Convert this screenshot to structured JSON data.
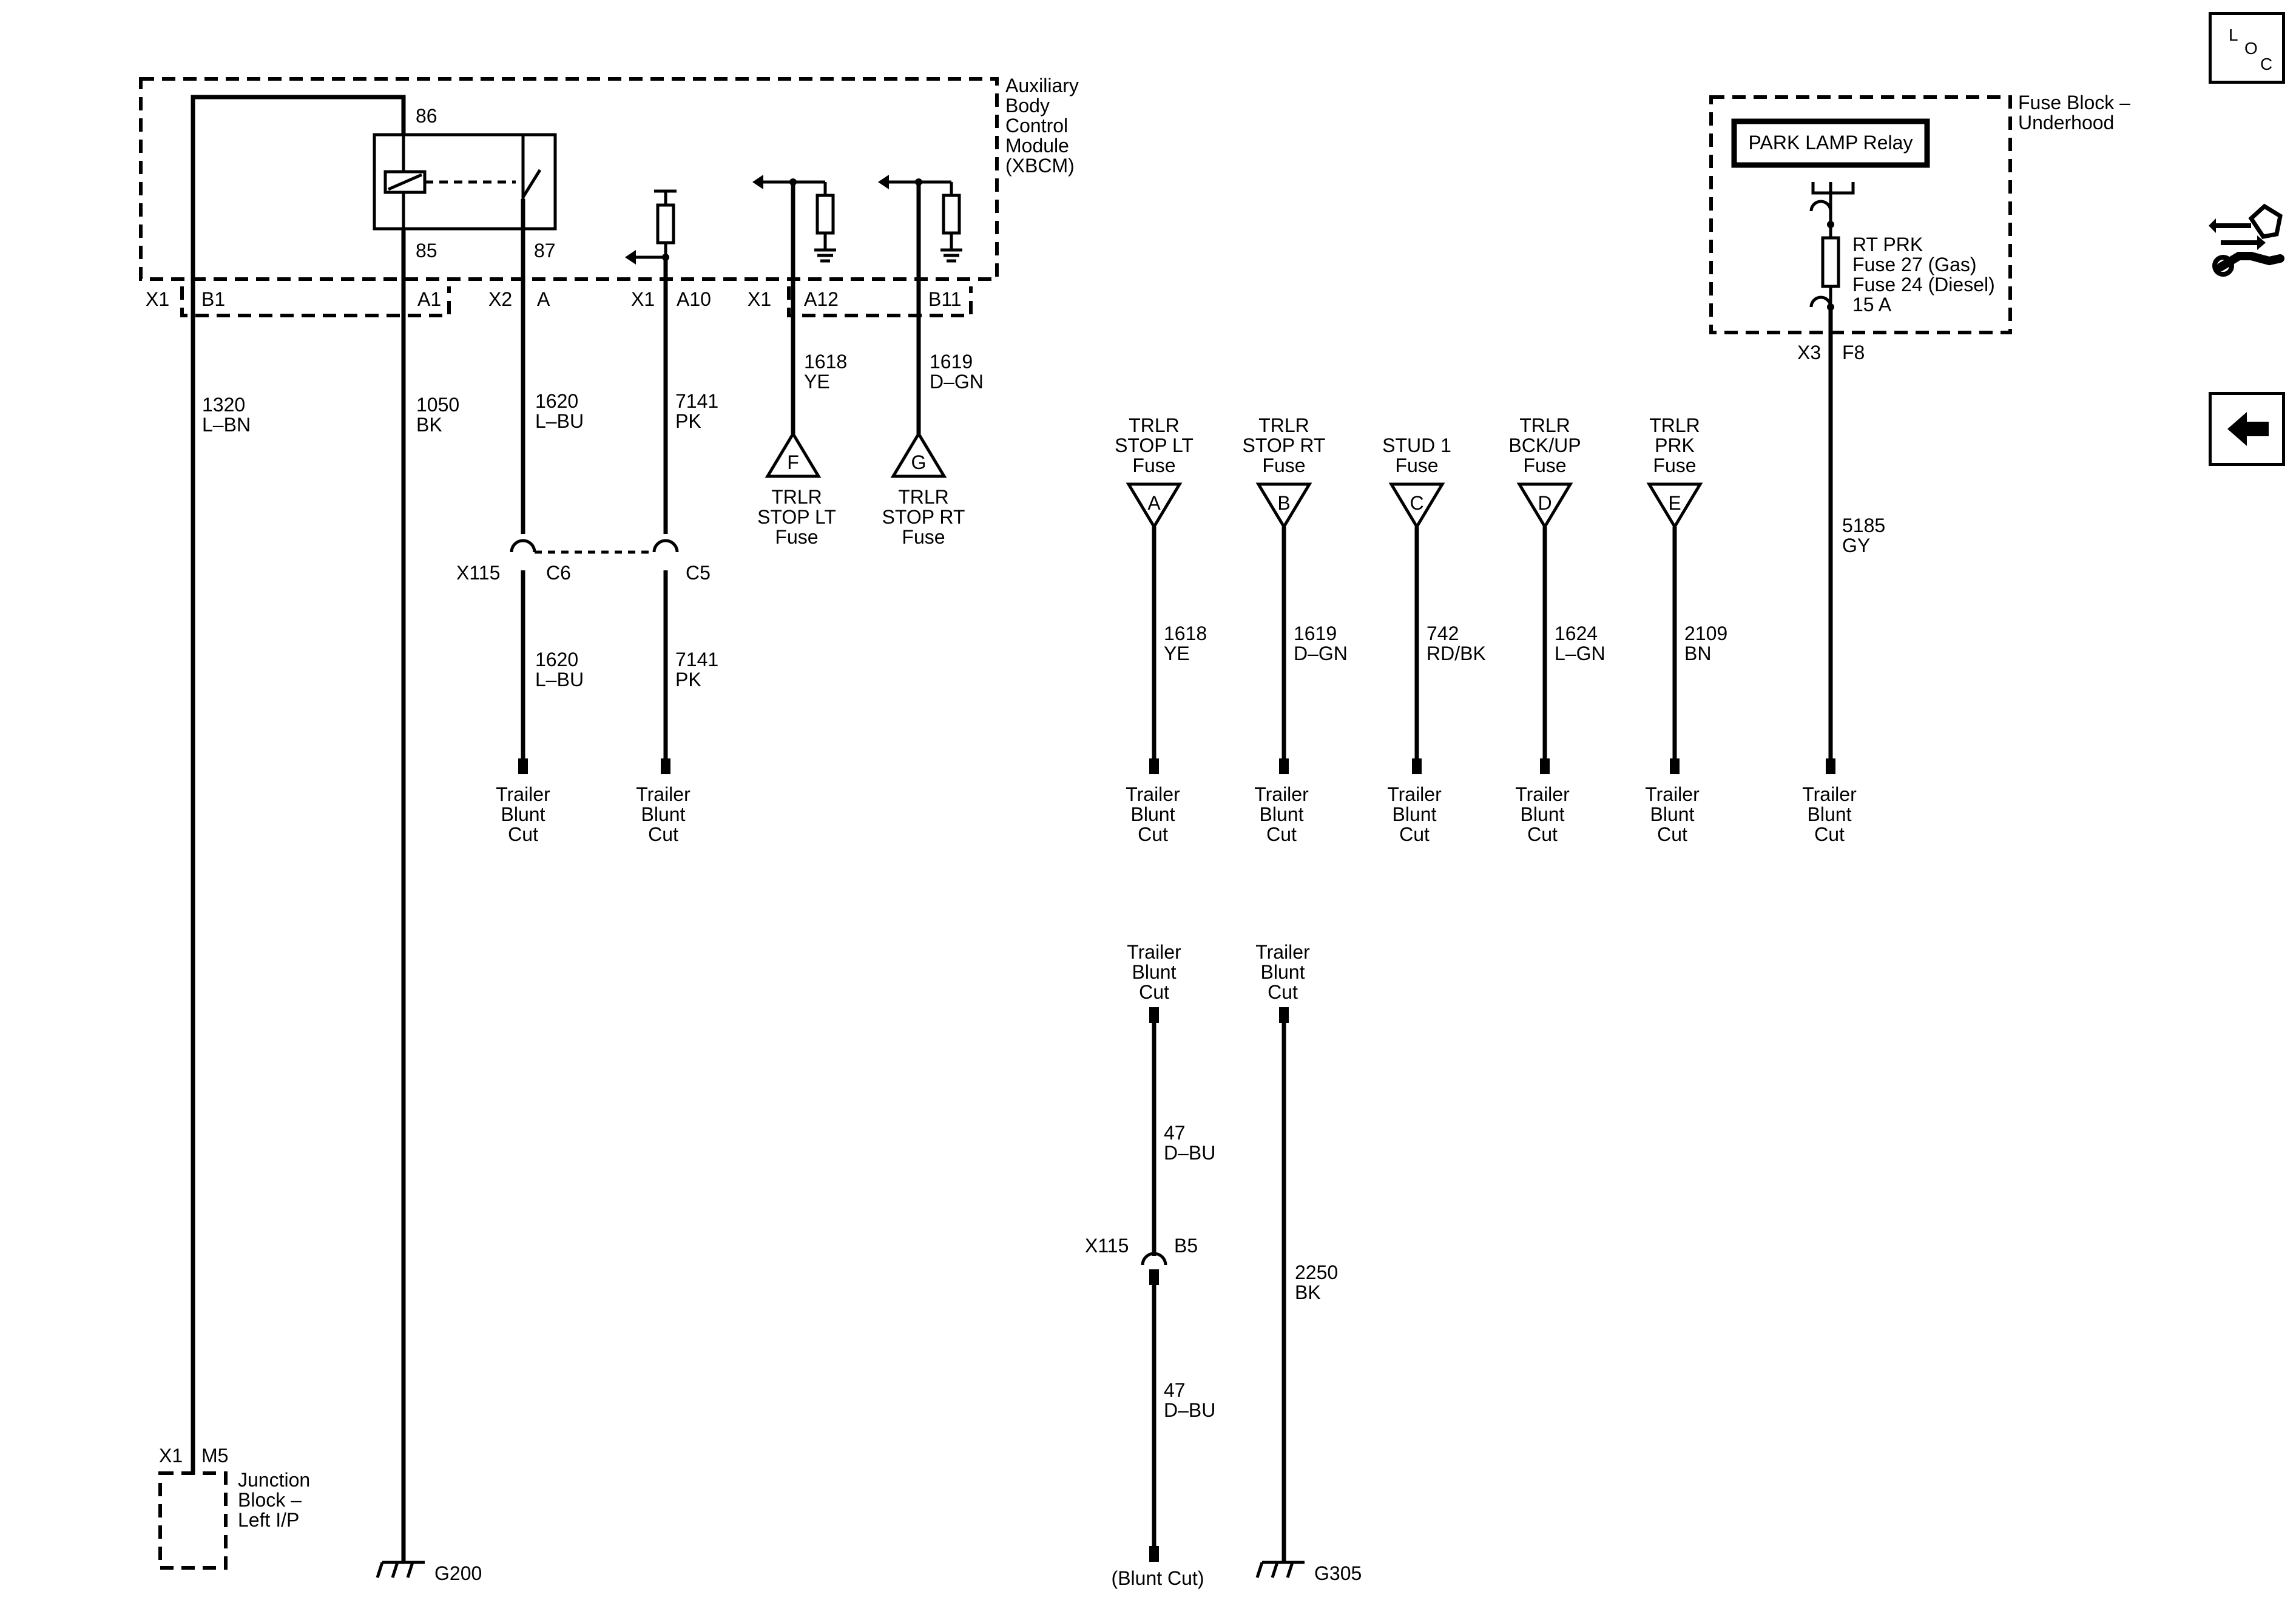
{
  "modules": {
    "xbcm": [
      "Auxiliary",
      "Body",
      "Control",
      "Module",
      "(XBCM)"
    ],
    "fuse_block": [
      "Fuse Block –",
      "Underhood"
    ],
    "park_relay": "PARK LAMP Relay",
    "fuse_label": [
      "RT PRK",
      "Fuse 27 (Gas)",
      "Fuse 24 (Diesel)",
      "15 A"
    ],
    "junction_block": [
      "Junction",
      "Block –",
      "Left I/P"
    ]
  },
  "relay_pins": {
    "p86": "86",
    "p85": "85",
    "p87": "87"
  },
  "connectors": {
    "x1_b1": [
      "X1",
      "B1"
    ],
    "a1": "A1",
    "x2_a": [
      "X2",
      "A"
    ],
    "x1_a10": [
      "X1",
      "A10"
    ],
    "x1_a12": [
      "X1",
      "A12"
    ],
    "b11": "B11",
    "x3_f8": [
      "X3",
      "F8"
    ],
    "x115_c6": [
      "X115",
      "C6"
    ],
    "c5": "C5",
    "x115_b5": [
      "X115",
      "B5"
    ],
    "x1_m5": [
      "X1",
      "M5"
    ]
  },
  "wires": {
    "w1320": [
      "1320",
      "L–BN"
    ],
    "w1050": [
      "1050",
      "BK"
    ],
    "w1620a": [
      "1620",
      "L–BU"
    ],
    "w1620b": [
      "1620",
      "L–BU"
    ],
    "w7141a": [
      "7141",
      "PK"
    ],
    "w7141b": [
      "7141",
      "PK"
    ],
    "w1618_top": [
      "1618",
      "YE"
    ],
    "w1619_top": [
      "1619",
      "D–GN"
    ],
    "w1618": [
      "1618",
      "YE"
    ],
    "w1619": [
      "1619",
      "D–GN"
    ],
    "w742": [
      "742",
      "RD/BK"
    ],
    "w1624": [
      "1624",
      "L–GN"
    ],
    "w2109": [
      "2109",
      "BN"
    ],
    "w5185": [
      "5185",
      "GY"
    ],
    "w47a": [
      "47",
      "D–BU"
    ],
    "w47b": [
      "47",
      "D–BU"
    ],
    "w2250": [
      "2250",
      "BK"
    ]
  },
  "fuse_refs": {
    "F": {
      "letter": "F",
      "label": [
        "TRLR",
        "STOP LT",
        "Fuse"
      ]
    },
    "G": {
      "letter": "G",
      "label": [
        "TRLR",
        "STOP RT",
        "Fuse"
      ]
    },
    "A": {
      "letter": "A",
      "label": [
        "TRLR",
        "STOP LT",
        "Fuse"
      ]
    },
    "B": {
      "letter": "B",
      "label": [
        "TRLR",
        "STOP RT",
        "Fuse"
      ]
    },
    "C": {
      "letter": "C",
      "label": [
        "STUD 1",
        "Fuse"
      ]
    },
    "D": {
      "letter": "D",
      "label": [
        "TRLR",
        "BCK/UP",
        "Fuse"
      ]
    },
    "E": {
      "letter": "E",
      "label": [
        "TRLR",
        "PRK",
        "Fuse"
      ]
    }
  },
  "blunt_cut": [
    "Trailer",
    "Blunt",
    "Cut"
  ],
  "blunt_cut_simple": "(Blunt Cut)",
  "grounds": {
    "g200": "G200",
    "g305": "G305"
  },
  "side_panel": {
    "loc": [
      "L",
      "O",
      "C"
    ],
    "connector_icon": "connector-tool-icon",
    "back_icon": "back-arrow-icon"
  }
}
